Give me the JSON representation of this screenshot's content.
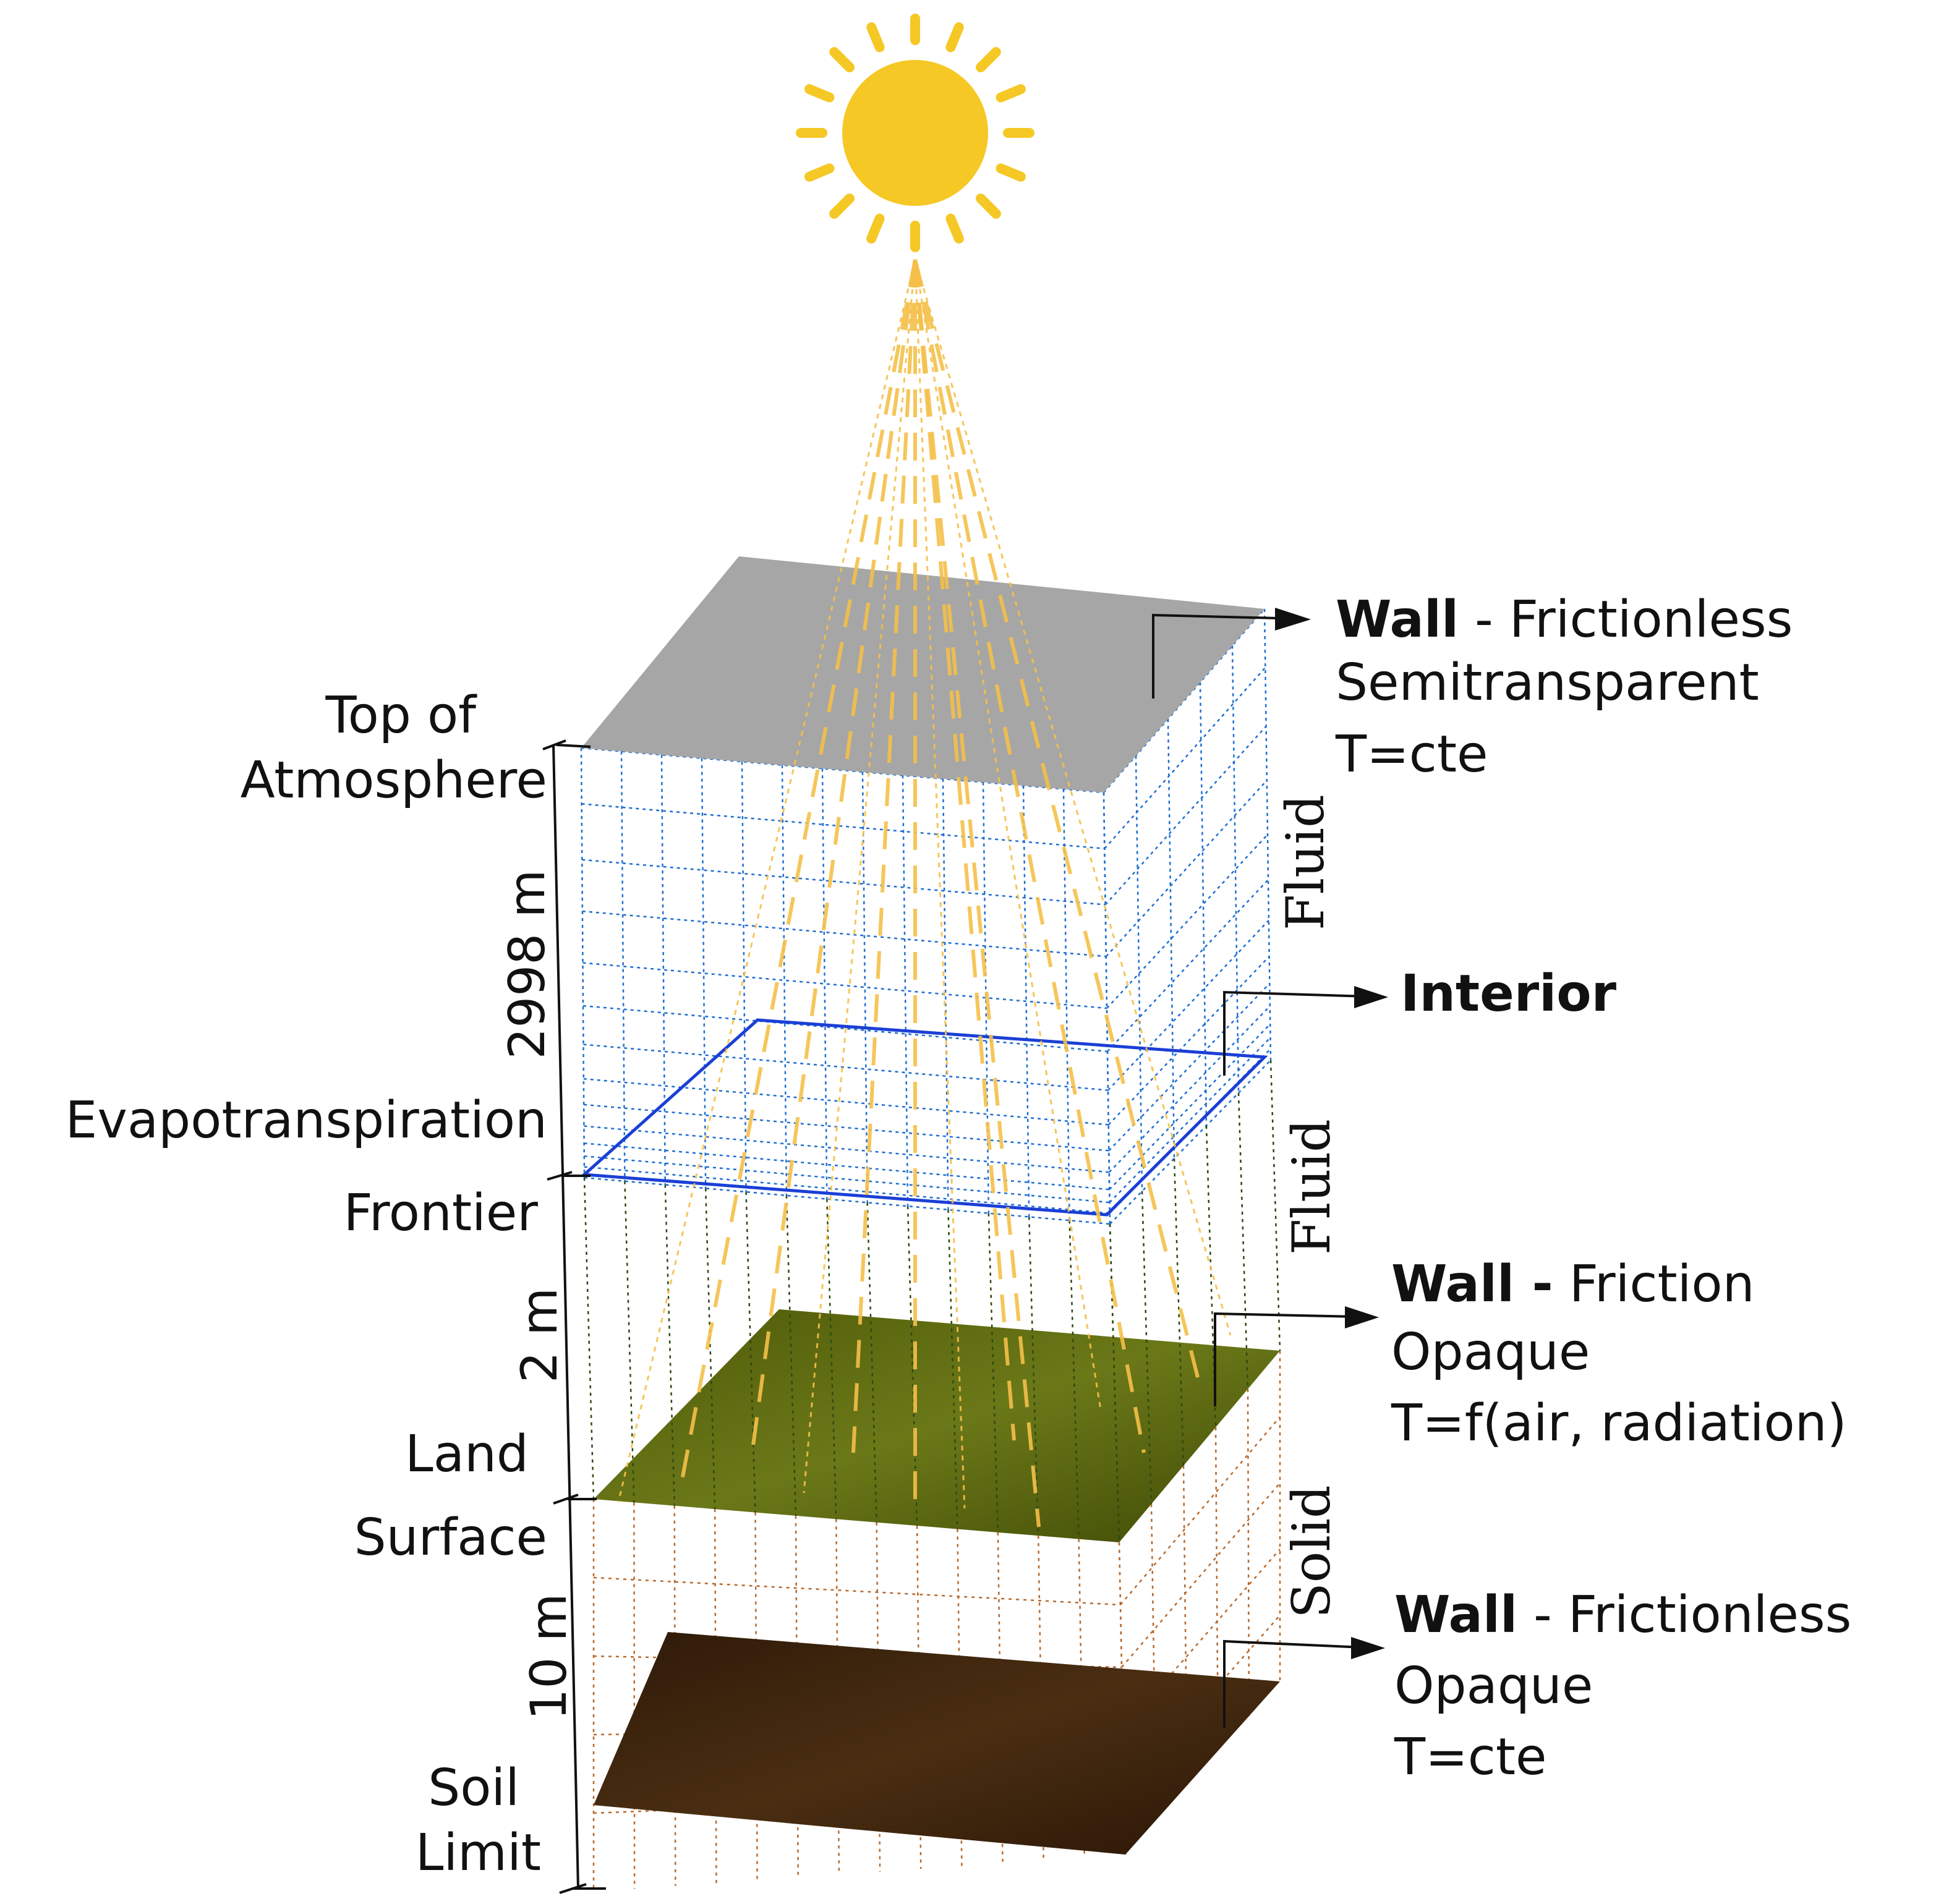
{
  "labels": {
    "top_of_atmosphere": [
      "Top of",
      "Atmosphere"
    ],
    "evapotranspiration_frontier": [
      "Evapotranspiration",
      "Frontier"
    ],
    "land_surface": [
      "Land",
      "Surface"
    ],
    "soil_limit": [
      "Soil",
      "Limit"
    ]
  },
  "dimensions": {
    "atmosphere_height": "2998 m",
    "evap_height": "2 m",
    "soil_depth": "10 m"
  },
  "regions": {
    "fluid_upper": "Fluid",
    "fluid_lower": "Fluid",
    "solid": "Solid"
  },
  "boundaries": {
    "top": {
      "title": "Wall",
      "sep": " - ",
      "property": "Frictionless",
      "line2": "Semitransparent",
      "line3": "T=cte"
    },
    "interior": {
      "title": "Interior"
    },
    "land": {
      "title": "Wall -",
      "property": " Friction",
      "line2": "Opaque",
      "line3": "T=f(air, radiation)"
    },
    "soil": {
      "title": "Wall",
      "sep": " - ",
      "property": "Frictionless",
      "line2": "Opaque",
      "line3": "T=cte"
    }
  },
  "colors": {
    "sun": "#F5C825",
    "rays": "#F5C04A",
    "top_plane": "#A6A6A6",
    "fluid_grid": "#1F6FD1",
    "interior_plane": "#1B3FD6",
    "land_plane": "#5E6B12",
    "soil_plane": "#3B2410",
    "soil_grid": "#B86A2E",
    "text": "#111111"
  }
}
